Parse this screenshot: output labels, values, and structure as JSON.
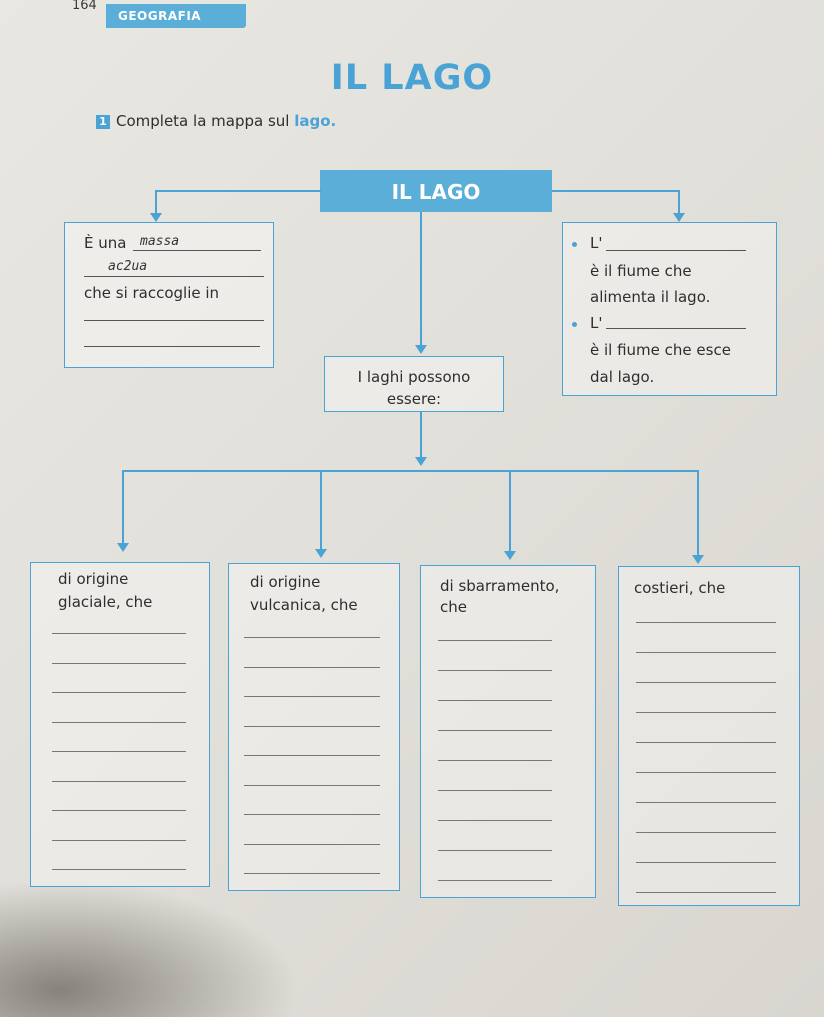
{
  "header": {
    "page_number": "164",
    "section": "GEOGRAFIA",
    "title": "IL LAGO"
  },
  "exercise": {
    "number": "1",
    "instruction_prefix": "Completa la mappa sul ",
    "instruction_highlight": "lago."
  },
  "map": {
    "top": "IL LAGO",
    "left_box": {
      "line1": "È una",
      "handwriting1": "massa",
      "handwriting2": "ac2ua",
      "line2": "che si raccoglie in"
    },
    "right_box": {
      "l1": "L'",
      "l1_text1": "è il fiume che",
      "l1_text2": "alimenta il lago.",
      "l2": "L'",
      "l2_text1": "è il fiume che esce",
      "l2_text2": "dal lago."
    },
    "center_box": {
      "line1": "I laghi possono",
      "line2": "essere:"
    },
    "bottom_boxes": [
      {
        "line1": "di origine",
        "line2": "glaciale, che"
      },
      {
        "line1": "di origine",
        "line2": "vulcanica, che"
      },
      {
        "line1": "di sbarramento,",
        "line2": "che"
      },
      {
        "line1": "costieri, che",
        "line2": ""
      }
    ]
  }
}
